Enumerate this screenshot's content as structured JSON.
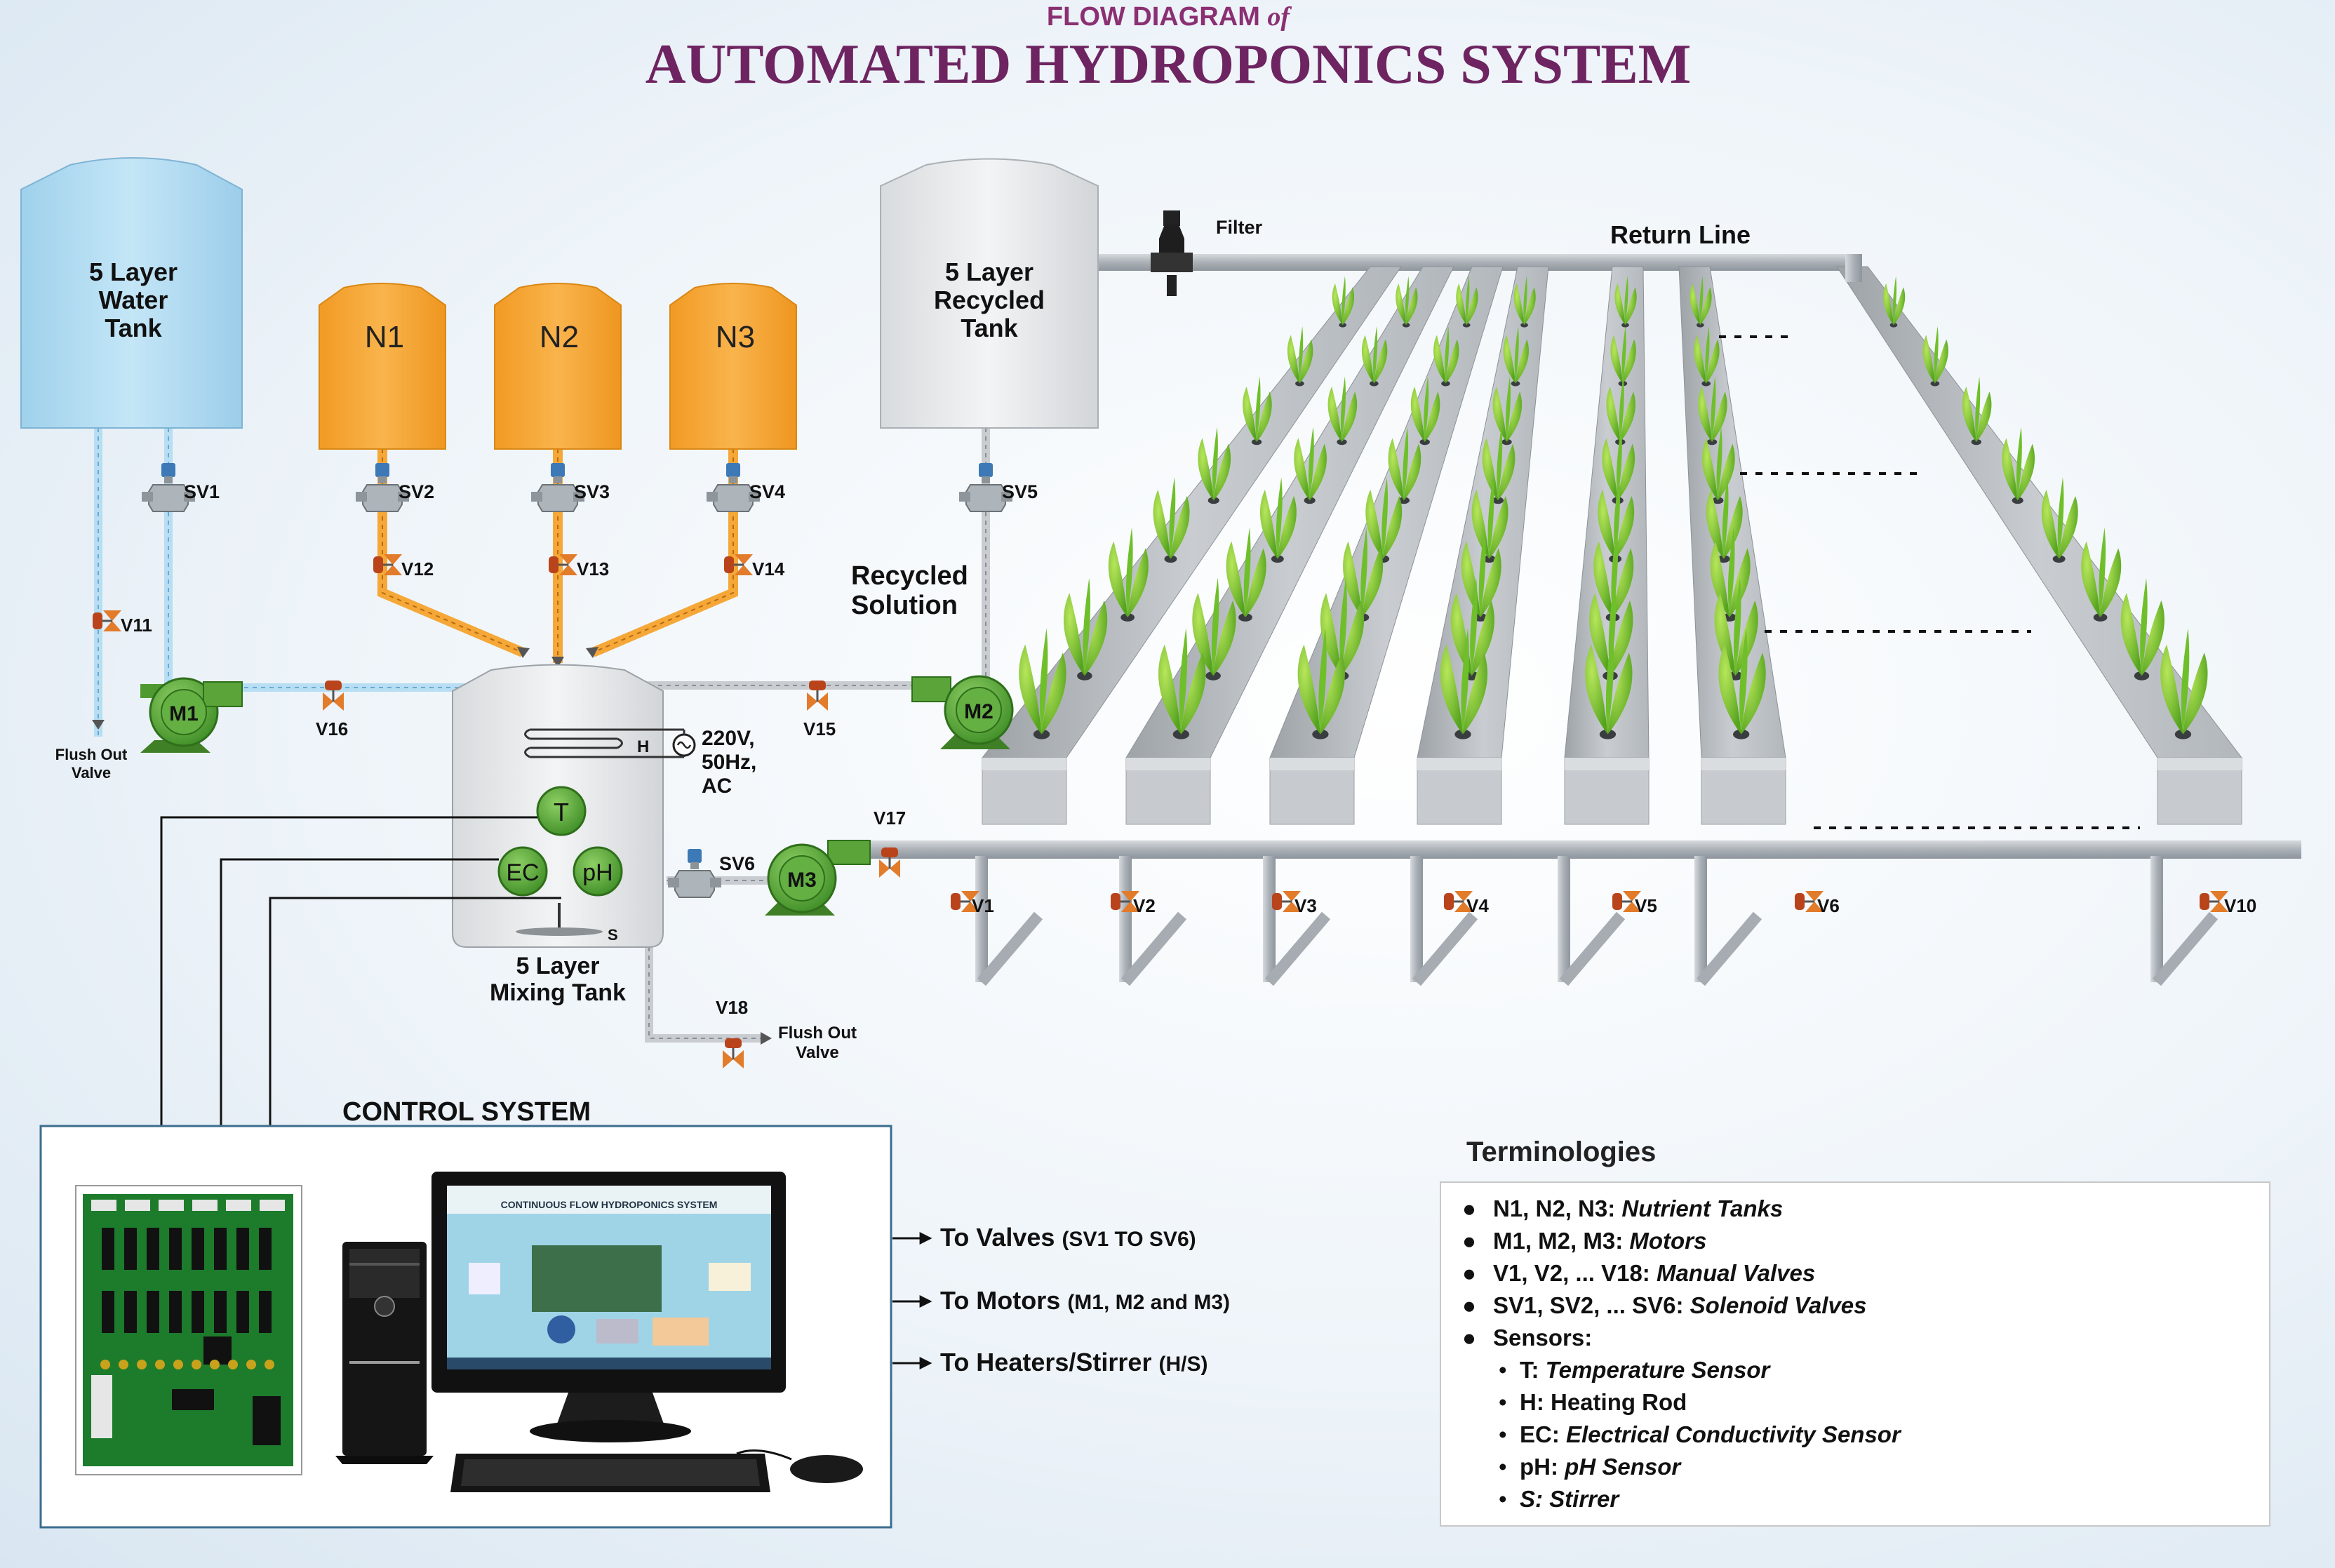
{
  "title": {
    "sub_prefix": "FLOW DIAGRAM ",
    "sub_suffix": "of",
    "main": "AUTOMATED HYDROPONICS SYSTEM"
  },
  "tanks": {
    "water": [
      "5 Layer",
      "Water",
      "Tank"
    ],
    "recycled": [
      "5 Layer",
      "Recycled",
      "Tank"
    ],
    "mixing": [
      "5 Layer",
      "Mixing Tank"
    ],
    "nutrients": [
      "N1",
      "N2",
      "N3"
    ]
  },
  "solenoids": [
    "SV1",
    "SV2",
    "SV3",
    "SV4",
    "SV5",
    "SV6"
  ],
  "valves": {
    "v11": "V11",
    "v12": "V12",
    "v13": "V13",
    "v14": "V14",
    "v15": "V15",
    "v16": "V16",
    "v17": "V17",
    "v18": "V18",
    "bed": [
      "V1",
      "V2",
      "V3",
      "V4",
      "V5",
      "V6",
      "V10"
    ]
  },
  "motors": [
    "M1",
    "M2",
    "M3"
  ],
  "sensors": {
    "t": "T",
    "ec": "EC",
    "ph": "pH",
    "s": "S",
    "h": "H"
  },
  "power": [
    "220V,",
    "50Hz,",
    "AC"
  ],
  "filter": "Filter",
  "return_line": "Return Line",
  "recycled_solution": [
    "Recycled",
    "Solution"
  ],
  "flush_left": [
    "Flush Out",
    "Valve"
  ],
  "flush_bottom": [
    "Flush Out",
    "Valve"
  ],
  "control": {
    "title": "CONTROL SYSTEM",
    "screen_title": "CONTINUOUS FLOW HYDROPONICS SYSTEM",
    "outputs": [
      {
        "main": "To Valves ",
        "note": "(SV1 TO SV6)"
      },
      {
        "main": "To Motors ",
        "note": "(M1, M2 and M3)"
      },
      {
        "main": "To Heaters/Stirrer ",
        "note": "(H/S)"
      }
    ]
  },
  "terminologies": {
    "title": "Terminologies",
    "items": [
      {
        "term": "N1, N2, N3: ",
        "def": "Nutrient Tanks"
      },
      {
        "term": "M1, M2, M3: ",
        "def": "Motors"
      },
      {
        "term": "V1, V2, ... V18: ",
        "def": "Manual Valves"
      },
      {
        "term": "SV1, SV2, ... SV6: ",
        "def": "Solenoid Valves"
      },
      {
        "term": "Sensors:",
        "def": ""
      }
    ],
    "sensor_items": [
      {
        "term": "T: ",
        "def": "Temperature Sensor",
        "italic_def": true
      },
      {
        "term": "H: ",
        "def": "Heating Rod",
        "italic_def": false
      },
      {
        "term": "EC: ",
        "def": "Electrical Conductivity Sensor",
        "italic_def": true
      },
      {
        "term": "pH: ",
        "def": "pH Sensor",
        "italic_def": true
      },
      {
        "term": "S: ",
        "def": "Stirrer",
        "italic_def": true
      }
    ]
  },
  "colors": {
    "title": "#6e2461",
    "water": "#a9d8f0",
    "nutrient": "#f5a838",
    "tank_grey": "#e8eaeb",
    "motor": "#5aa43a",
    "sensor": "#52a035",
    "valve": "#e27b2a",
    "pipe_grey": "#b9bec3",
    "control_border": "#3b6e8f"
  }
}
